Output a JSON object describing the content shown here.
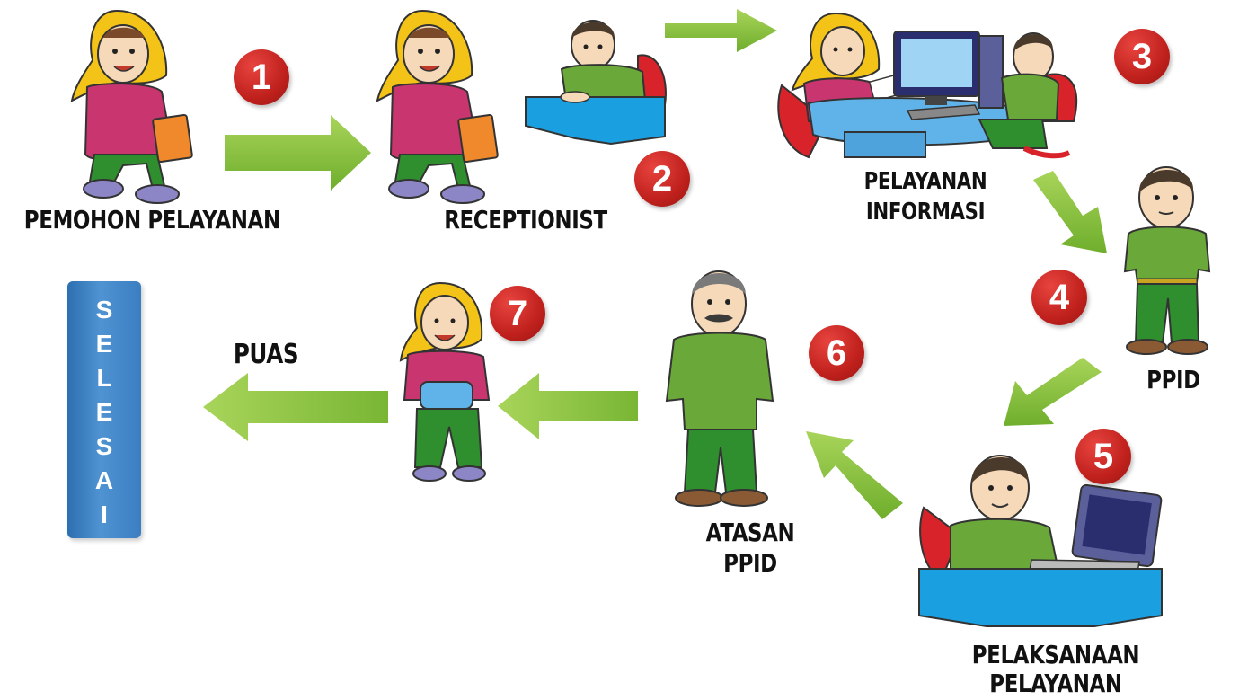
{
  "labels": {
    "pemohon": "PEMOHON PELAYANAN",
    "receptionist": "RECEPTIONIST",
    "pelayanan_informasi_1": "PELAYANAN",
    "pelayanan_informasi_2": "INFORMASI",
    "ppid": "PPID",
    "pelaksanaan_1": "PELAKSANAAN",
    "pelaksanaan_2": "PELAYANAN",
    "atasan_1": "ATASAN",
    "atasan_2": "PPID",
    "puas": "PUAS"
  },
  "badges": [
    "1",
    "2",
    "3",
    "4",
    "5",
    "6",
    "7"
  ],
  "selesai": [
    "S",
    "E",
    "L",
    "E",
    "S",
    "A",
    "I"
  ],
  "colors": {
    "arrow": "#8cc43c",
    "badge": "#c0211d",
    "selesai": "#3b7ec2",
    "shirt_green": "#6aa83a",
    "pants_green": "#2f8f2f",
    "blouse_pink": "#c9356f",
    "scarf_yellow": "#f3c318",
    "desk_blue": "#1a9fe0"
  }
}
